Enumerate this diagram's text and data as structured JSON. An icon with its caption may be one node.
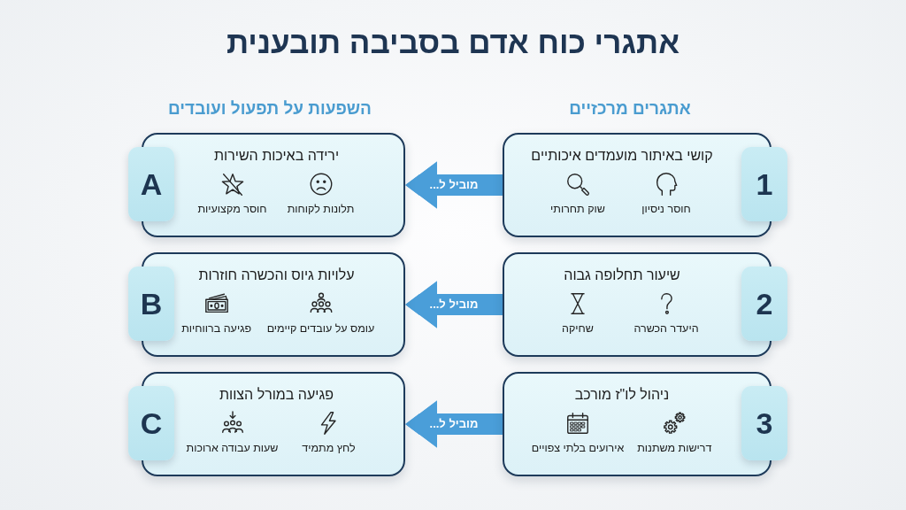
{
  "diagram": {
    "title": "אתגרי כוח אדם בסביבה תובענית",
    "nodes": [
      {
        "text": [
          "קושי באיתור מועמדים איכותיים",
          "חוסר ניסיון",
          "שוק תחרותי"
        ]
      },
      {
        "text": [
          "1"
        ]
      },
      {
        "text": [
          "ירידה באיכות השירות",
          "תלונות לקוחות",
          "חוסר מקצועיות"
        ]
      },
      {
        "text": [
          "A"
        ]
      },
      {
        "text": [
          "שיעור תחלופה גבוה",
          "היעדר הכשרה",
          "שחיקה"
        ]
      },
      {
        "text": [
          "2"
        ]
      },
      {
        "text": [
          "עלויות גיוס והכשרה חוזרות",
          "עומס על עובדים קיימים",
          "פגיעה ברווחיות"
        ]
      },
      {
        "text": [
          "B"
        ]
      },
      {
        "text": [
          "ניהול לו\"ז מורכב",
          "דרישות משתנות",
          "אירועים בלתי צפויים"
        ]
      },
      {
        "text": [
          "3"
        ]
      },
      {
        "text": [
          "פגיעה במורל הצוות",
          "לחץ מתמיד",
          "שעות עבודה ארוכות"
        ]
      },
      {
        "text": [
          "C"
        ]
      }
    ],
    "edges": [
      {
        "from": 0,
        "to": 2,
        "arrow": "to",
        "label": "מוביל ל..."
      },
      {
        "from": 4,
        "to": 6,
        "arrow": "to",
        "label": "מוביל ל..."
      },
      {
        "from": 8,
        "to": 10,
        "arrow": "to",
        "label": "מוביל ל..."
      }
    ],
    "labels": [
      "אתגרים מרכזיים",
      "השפעות על תפעול ועובדים"
    ]
  }
}
